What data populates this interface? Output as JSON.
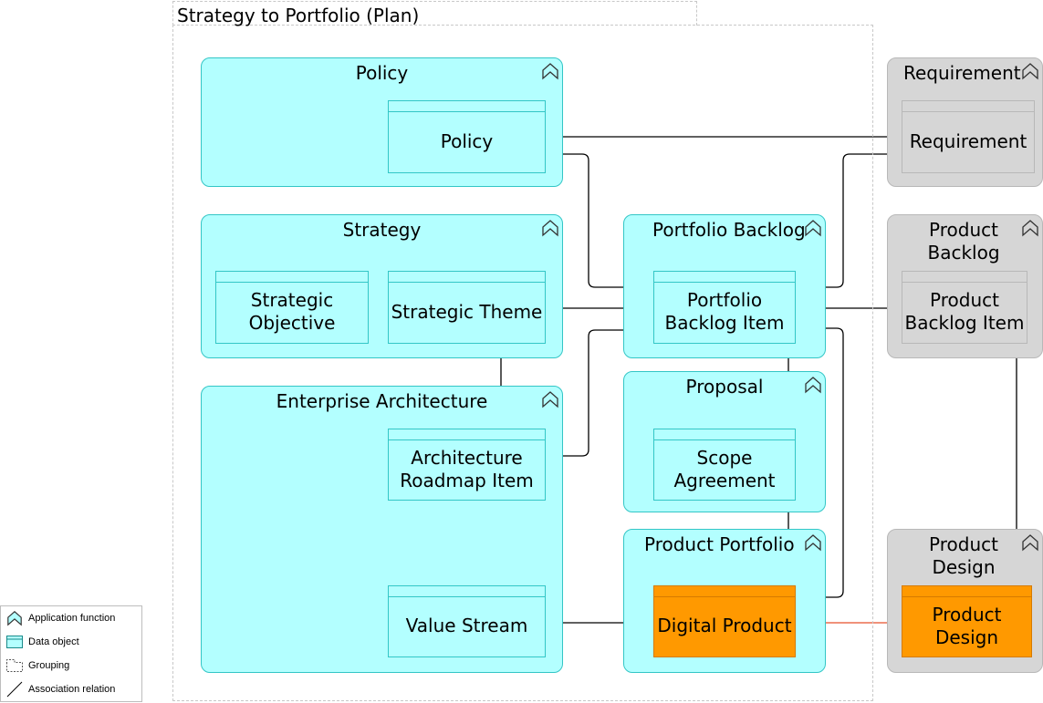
{
  "group": {
    "title": "Strategy to Portfolio (Plan)"
  },
  "functions": {
    "policy": "Policy",
    "strategy": "Strategy",
    "enterprise_architecture": "Enterprise Architecture",
    "portfolio_backlog": "Portfolio Backlog",
    "proposal": "Proposal",
    "product_portfolio": "Product Portfolio",
    "requirement": "Requirement",
    "product_backlog": "Product\nBacklog",
    "product_design": "Product\nDesign"
  },
  "data_objects": {
    "policy": "Policy",
    "strategic_objective": "Strategic\nObjective",
    "strategic_theme": "Strategic Theme",
    "architecture_roadmap_item": "Architecture\nRoadmap Item",
    "value_stream": "Value Stream",
    "portfolio_backlog_item": "Portfolio\nBacklog Item",
    "scope_agreement": "Scope\nAgreement",
    "digital_product": "Digital Product",
    "requirement": "Requirement",
    "product_backlog_item": "Product\nBacklog Item",
    "product_design": "Product\nDesign"
  },
  "legend": {
    "application_function": "Application function",
    "data_object": "Data object",
    "grouping": "Grouping",
    "association_relation": "Association relation"
  },
  "colors": {
    "cyan_fill": "#b3ffff",
    "cyan_border": "#33c6c6",
    "gray_fill": "#d6d6d6",
    "orange_fill": "#ff9900",
    "highlight_line": "#e8502a"
  }
}
